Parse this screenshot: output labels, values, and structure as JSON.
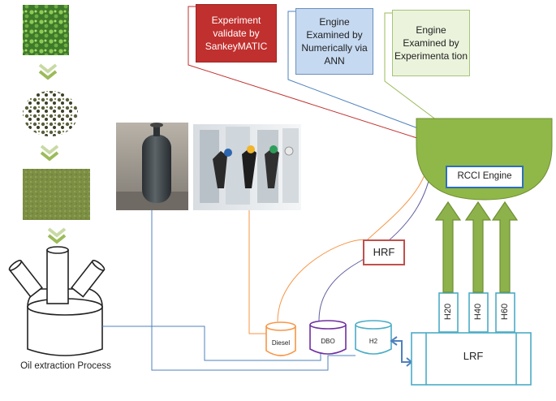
{
  "labels": {
    "experiment_validate": "Experiment validate by SankeyMATIC",
    "engine_numerical": "Engine Examined by Numerically via ANN",
    "engine_experimental": "Engine Examined by Experimenta tion",
    "rcci_engine": "RCCI Engine",
    "hrf": "HRF",
    "lrf": "LRF",
    "oil_extraction": "Oil extraction Process",
    "diesel": "Diesel",
    "dbo": "DBO",
    "h2": "H2",
    "h20": "H20",
    "h40": "H40",
    "h60": "H60"
  },
  "colors": {
    "red": "#c0302e",
    "blue_box": "#c5d9f1",
    "green_box": "#ebf3dc",
    "engine_green": "#8fb848",
    "arrow_green": "#8db24b",
    "teal": "#4bacc6",
    "orange": "#f79646",
    "purple": "#7030a0",
    "chevron": "#9bbb59"
  },
  "icons": {
    "algae_photo": "algae-photo",
    "dried_algae_photo": "dried-algae-photo",
    "powder_photo": "powder-photo",
    "gas_cylinder_photo": "gas-cylinder-photo",
    "fuel_pump_photo": "fuel-pump-photo"
  }
}
